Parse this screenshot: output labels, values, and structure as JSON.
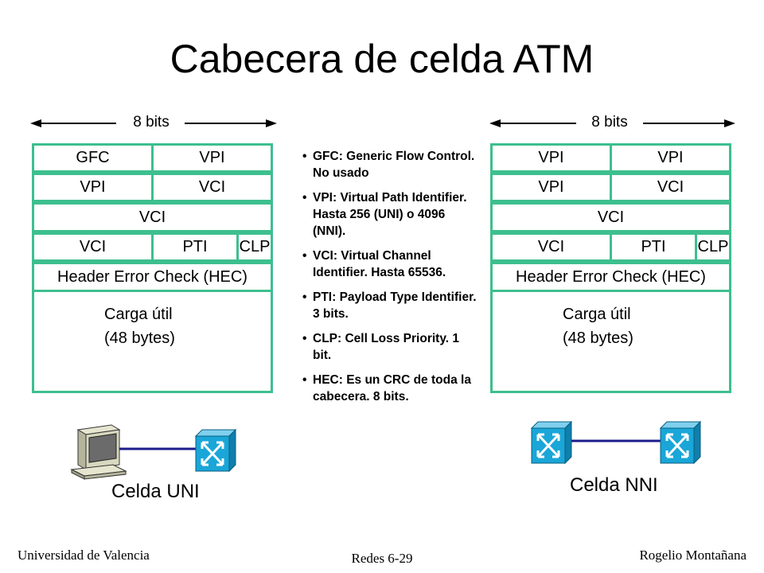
{
  "title": "Cabecera de celda ATM",
  "uni": {
    "bits_label": "8 bits",
    "row1": [
      "GFC",
      "VPI"
    ],
    "row2": [
      "VPI",
      "VCI"
    ],
    "row3": "VCI",
    "row4": [
      "VCI",
      "PTI",
      "CLP"
    ],
    "hec": "Header Error Check (HEC)",
    "payload_line1": "Carga útil",
    "payload_line2": "(48 bytes)",
    "caption": "Celda UNI"
  },
  "nni": {
    "bits_label": "8 bits",
    "row1": [
      "VPI",
      "VPI"
    ],
    "row2": [
      "VPI",
      "VCI"
    ],
    "row3": "VCI",
    "row4": [
      "VCI",
      "PTI",
      "CLP"
    ],
    "hec": "Header Error Check (HEC)",
    "payload_line1": "Carga útil",
    "payload_line2": "(48 bytes)",
    "caption": "Celda NNI"
  },
  "bullets": [
    "GFC: Generic Flow Control. No usado",
    "VPI: Virtual Path Identifier. Hasta 256 (UNI) o 4096 (NNI).",
    "VCI: Virtual Channel Identifier. Hasta 65536.",
    "PTI: Payload Type Identifier. 3 bits.",
    "CLP: Cell Loss Priority. 1 bit.",
    "HEC: Es un CRC de toda la cabecera. 8 bits."
  ],
  "footer": {
    "left": "Universidad de Valencia",
    "center": "Redes 6-29",
    "right": "Rogelio Montañana"
  },
  "colors": {
    "cell_border": "#3dbf8f",
    "switch_blue": "#1aa6d8",
    "link_line": "#1c1c8c"
  },
  "icons": [
    "computer-icon",
    "atm-switch-icon"
  ]
}
